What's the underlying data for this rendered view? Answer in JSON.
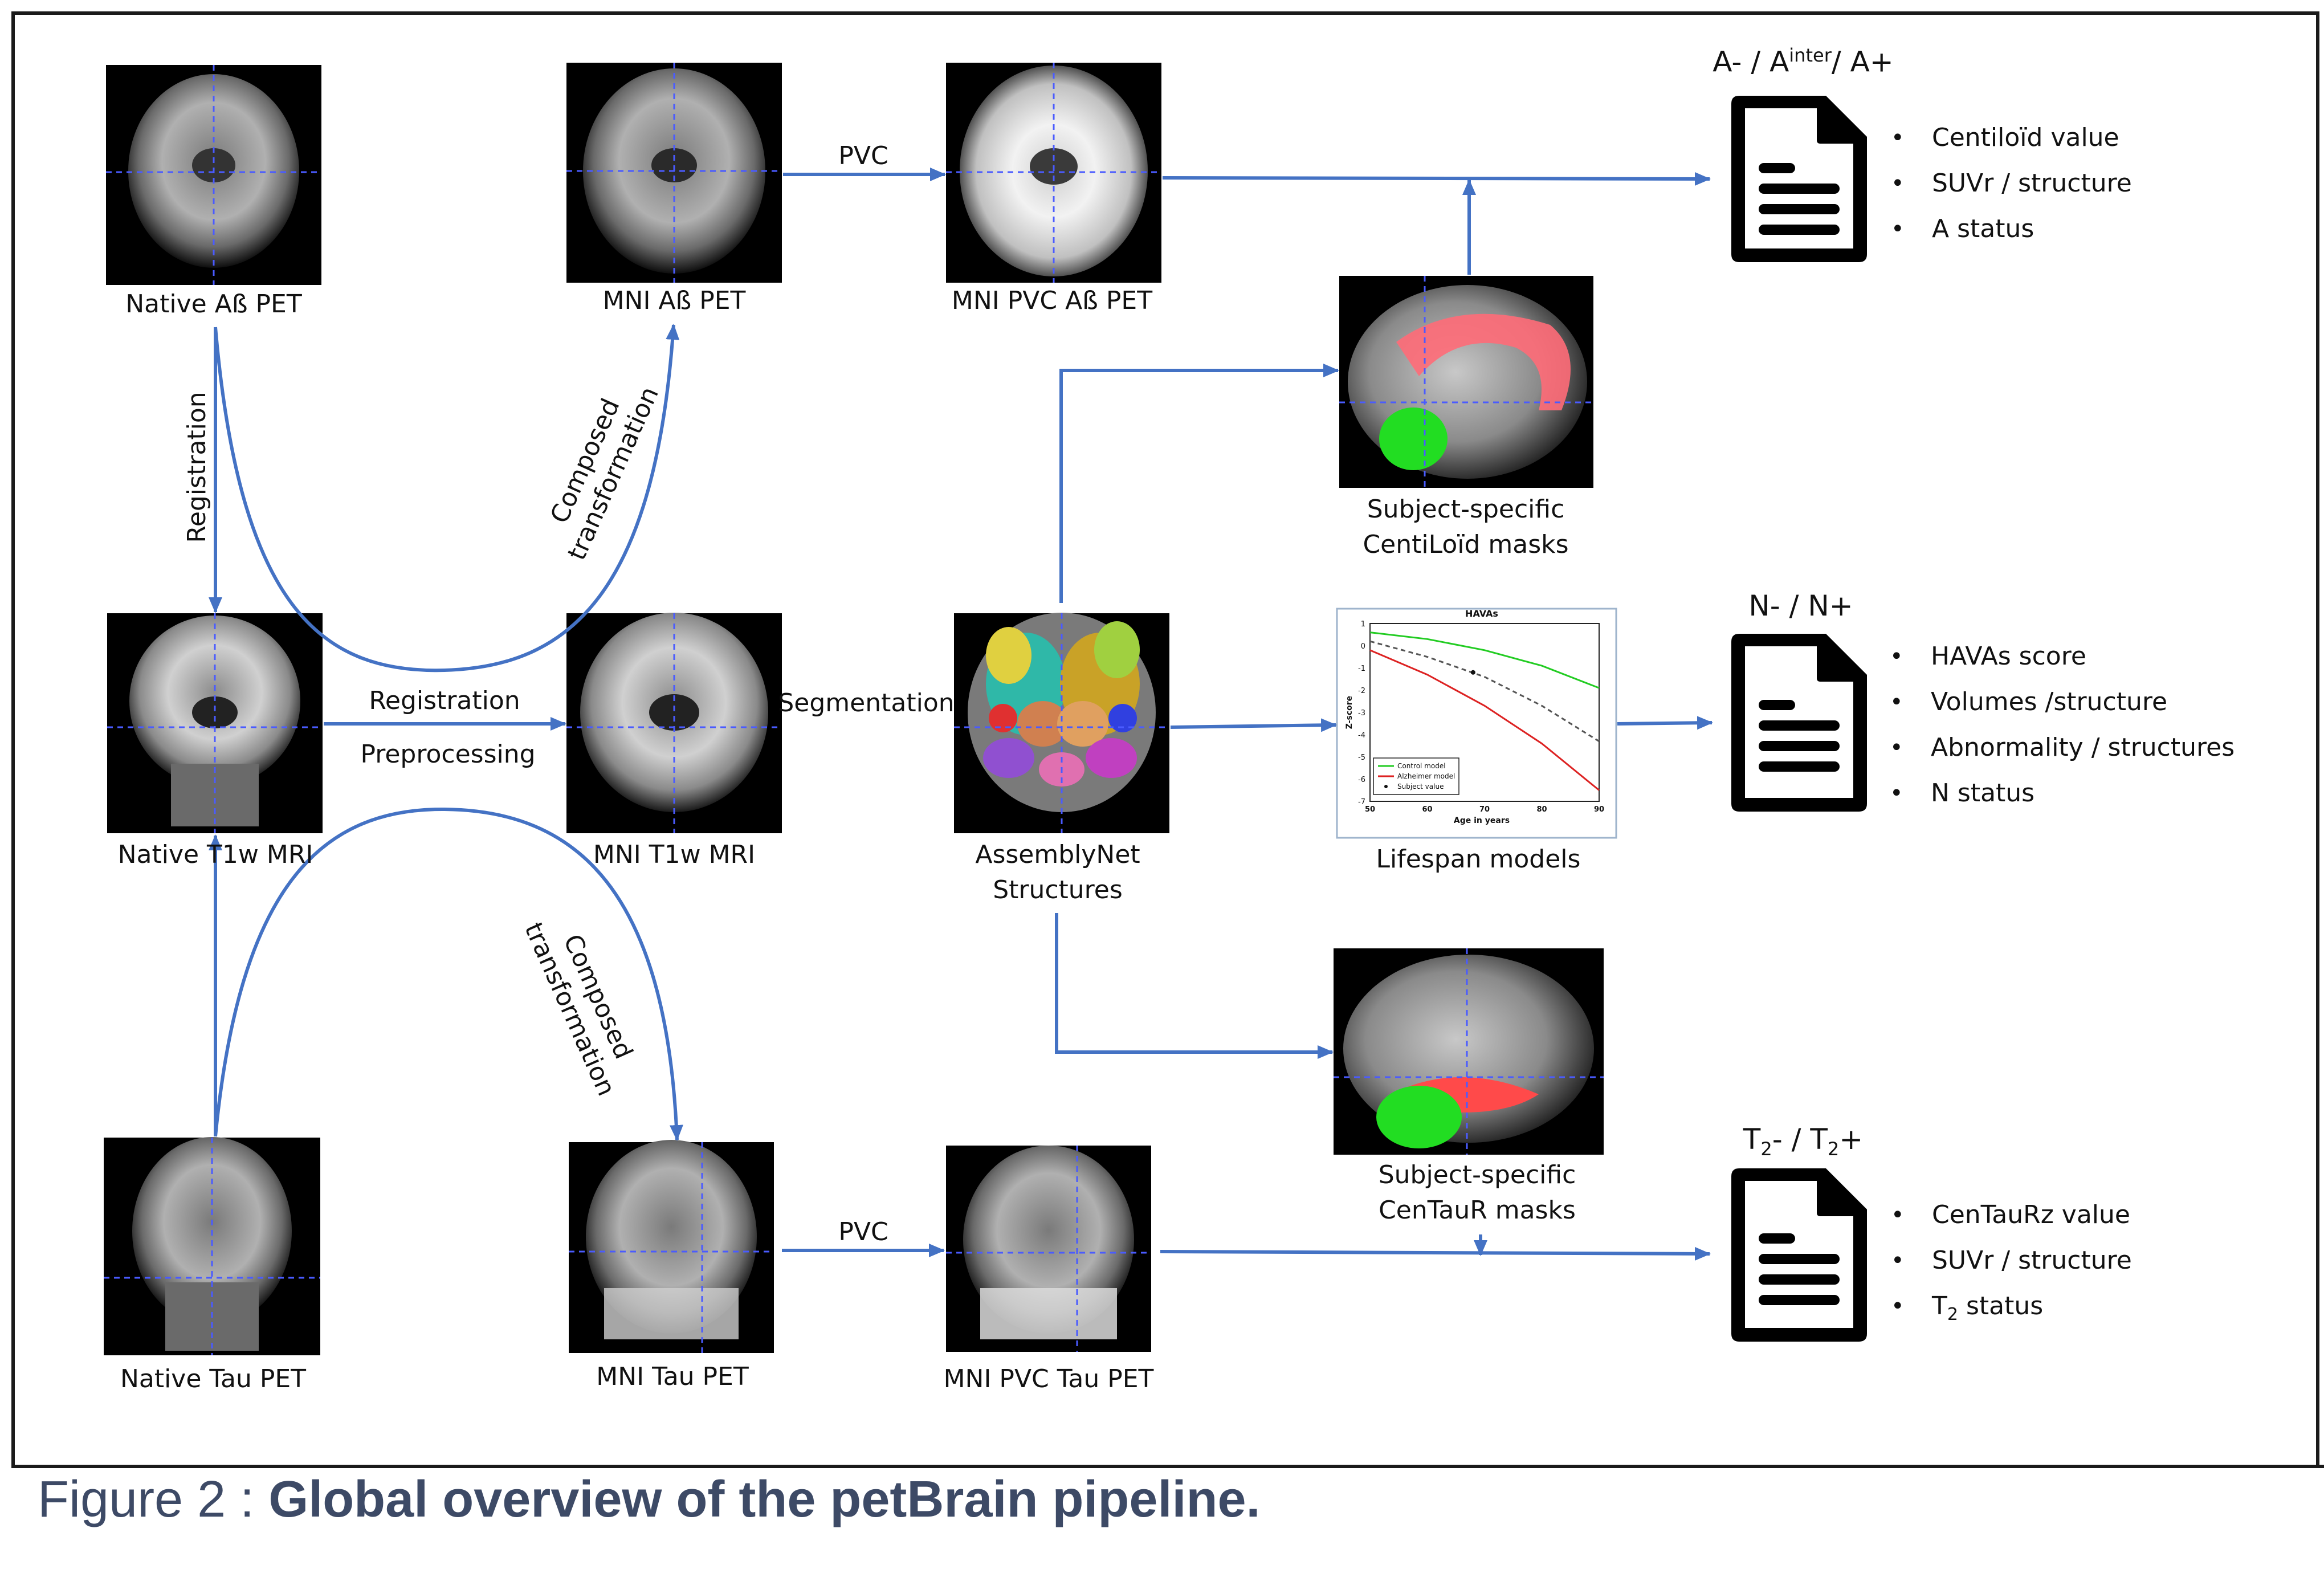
{
  "caption": {
    "prefix": "Figure 2 : ",
    "title": "Global overview of the petBrain pipeline."
  },
  "images": {
    "native_abeta": "Native Aß PET",
    "mni_abeta": "MNI Aß PET",
    "mni_pvc_abeta": "MNI PVC Aß PET",
    "native_t1w": "Native T1w MRI",
    "mni_t1w": "MNI T1w MRI",
    "assemblynet_line1": "AssemblyNet",
    "assemblynet_line2": "Structures",
    "native_tau": "Native Tau PET",
    "mni_tau": "MNI Tau PET",
    "mni_pvc_tau": "MNI PVC Tau PET",
    "centiloid_masks_line1": "Subject-specific",
    "centiloid_masks_line2": "CentiLoïd masks",
    "centaur_masks_line1": "Subject-specific",
    "centaur_masks_line2": "CenTauR masks",
    "lifespan": "Lifespan models"
  },
  "edges": {
    "pvc_top": "PVC",
    "pvc_bottom": "PVC",
    "registration_vertical": "Registration",
    "registration_horizontal": "Registration",
    "preprocessing": "Preprocessing",
    "segmentation": "Segmentation",
    "composed_top_line1": "Composed",
    "composed_top_line2": "transformation",
    "composed_bottom_line1": "Composed",
    "composed_bottom_line2": "transformation"
  },
  "outputs": {
    "amyloid": {
      "title_a": "A- / A",
      "title_sup": "inter",
      "title_b": "/ A+",
      "items": [
        "Centiloïd value",
        "SUVr / structure",
        "A status"
      ]
    },
    "neuro": {
      "title": "N- / N+",
      "items": [
        "HAVAs score",
        "Volumes /structure",
        "Abnormality / structures",
        "N status"
      ]
    },
    "tau": {
      "title_a": "T",
      "title_sub1": "2",
      "title_b": "- / T",
      "title_sub2": "2",
      "title_c": "+",
      "items": [
        "CenTauRz value",
        "SUVr / structure"
      ],
      "status_a": "T",
      "status_sub": "2",
      "status_b": " status"
    }
  },
  "havas_chart": {
    "chart_data": {
      "type": "line",
      "title": "HAVAs",
      "xlabel": "Age in years",
      "ylabel": "Z-score",
      "xlim": [
        50,
        90
      ],
      "ylim": [
        -7,
        1
      ],
      "x_ticks": [
        "50",
        "60",
        "70",
        "80",
        "90"
      ],
      "y_ticks": [
        "1",
        "0",
        "-1",
        "-2",
        "-3",
        "-4",
        "-5",
        "-6",
        "-7"
      ],
      "series": [
        {
          "name": "Control model",
          "color": "#22cc22",
          "style": "solid",
          "x": [
            50,
            60,
            70,
            80,
            90
          ],
          "y": [
            0.6,
            0.3,
            -0.2,
            -0.9,
            -1.9
          ]
        },
        {
          "name": "Alzheimer model",
          "color": "#dd2222",
          "style": "solid",
          "x": [
            50,
            60,
            70,
            80,
            90
          ],
          "y": [
            -0.2,
            -1.3,
            -2.7,
            -4.4,
            -6.5
          ]
        },
        {
          "name": "",
          "color": "#555555",
          "style": "dashed",
          "x": [
            50,
            60,
            70,
            80,
            90
          ],
          "y": [
            0.2,
            -0.5,
            -1.4,
            -2.7,
            -4.3
          ]
        }
      ],
      "points": [
        {
          "name": "Subject value",
          "x": 68,
          "y": -1.2
        }
      ],
      "legend": [
        "Control model",
        "Alzheimer model",
        "Subject value"
      ],
      "legend_position": "bottom-left"
    }
  },
  "colors": {
    "arrow": "#4472c4",
    "caption": "#3d4a66",
    "crosshair": "#4a5bff"
  }
}
